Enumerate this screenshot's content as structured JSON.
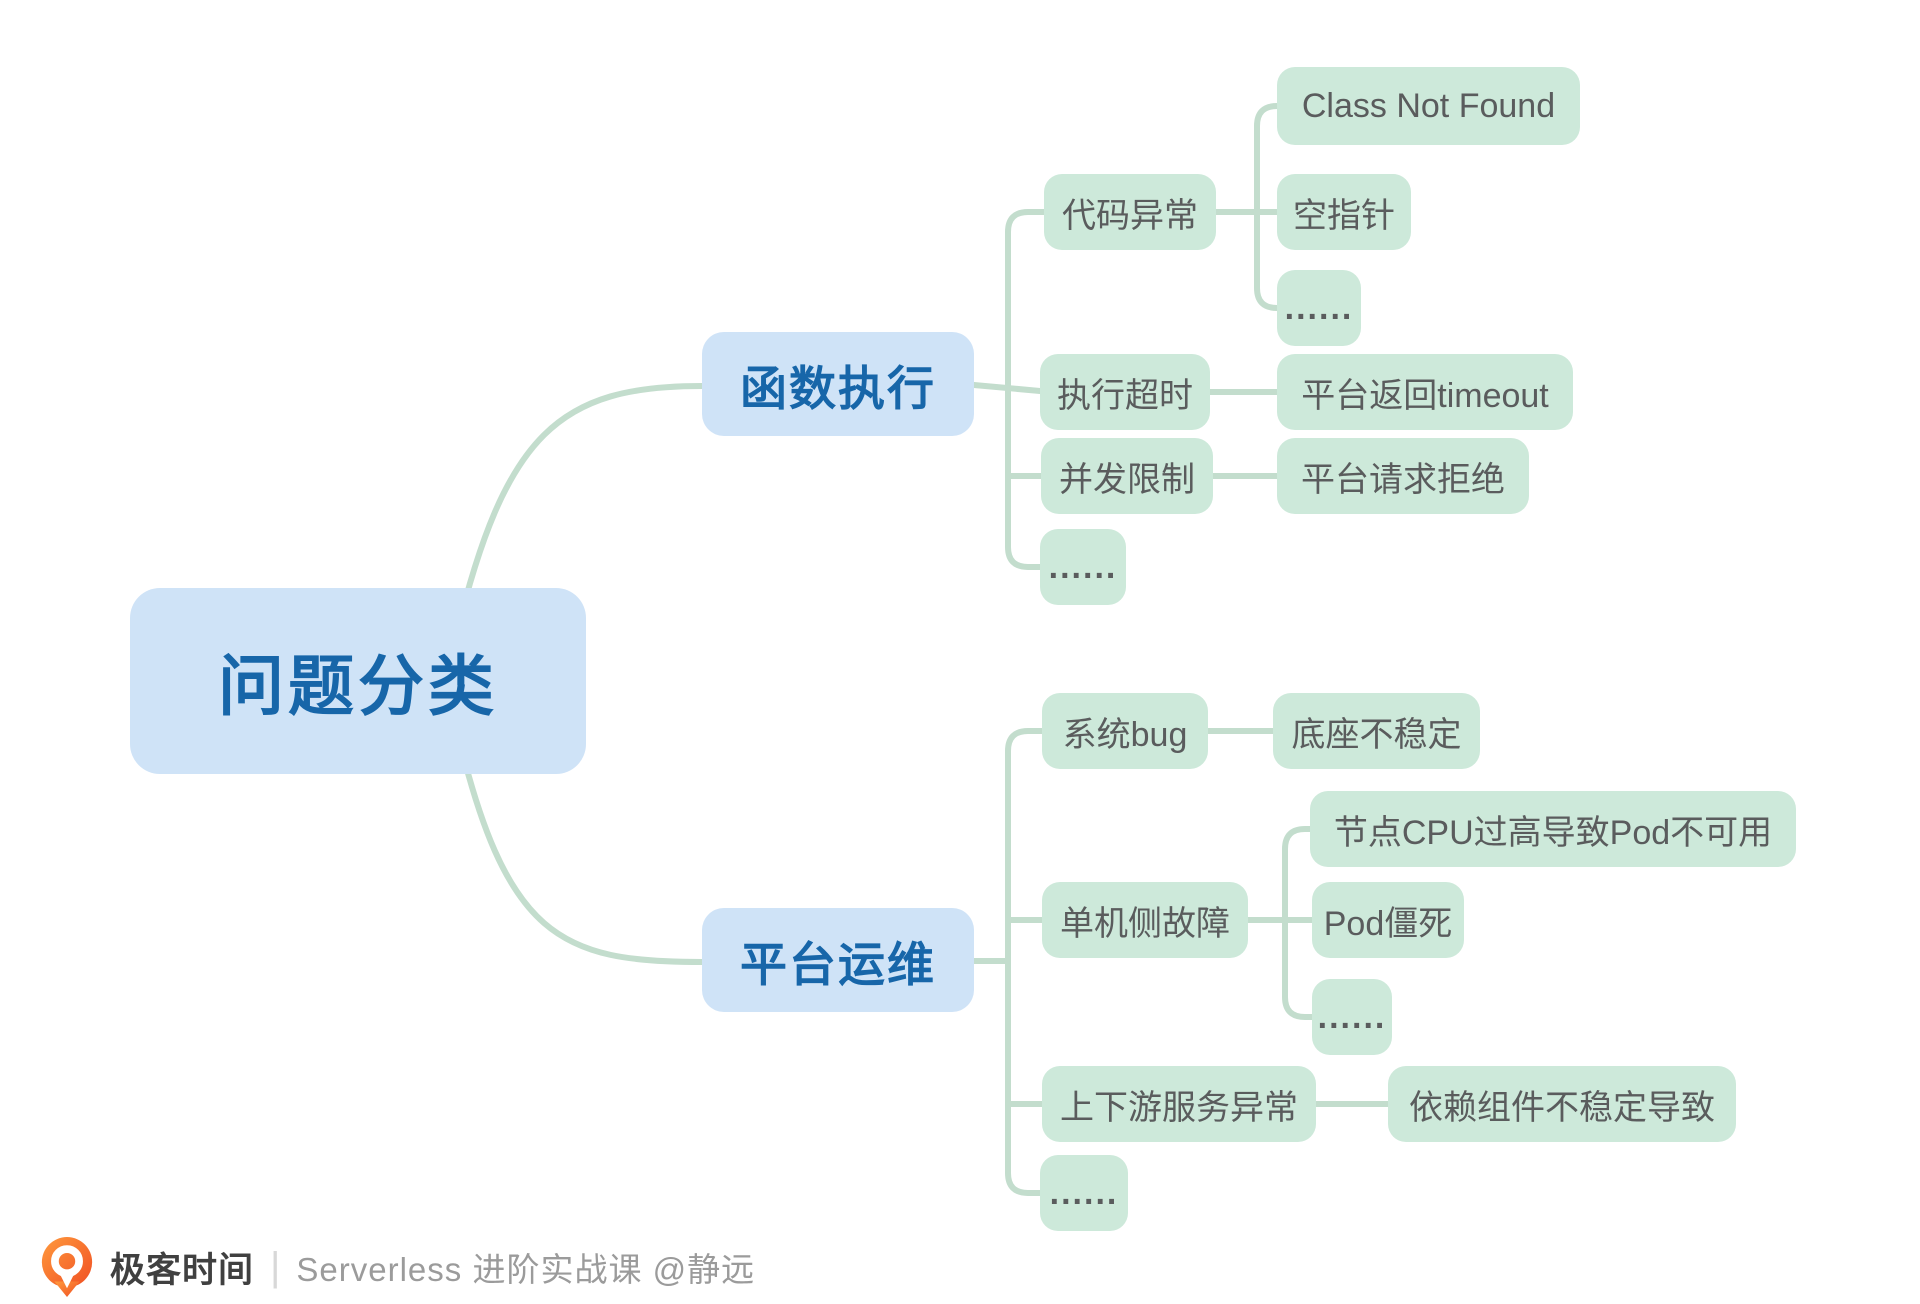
{
  "mindmap": {
    "root": "问题分类",
    "branches": [
      {
        "label": "函数执行",
        "children": [
          {
            "label": "代码异常",
            "children": [
              {
                "label": "Class Not Found"
              },
              {
                "label": "空指针"
              },
              {
                "label": "......"
              }
            ]
          },
          {
            "label": "执行超时",
            "children": [
              {
                "label": "平台返回timeout"
              }
            ]
          },
          {
            "label": "并发限制",
            "children": [
              {
                "label": "平台请求拒绝"
              }
            ]
          },
          {
            "label": "......"
          }
        ]
      },
      {
        "label": "平台运维",
        "children": [
          {
            "label": "系统bug",
            "children": [
              {
                "label": "底座不稳定"
              }
            ]
          },
          {
            "label": "单机侧故障",
            "children": [
              {
                "label": "节点CPU过高导致Pod不可用"
              },
              {
                "label": "Pod僵死"
              },
              {
                "label": "......"
              }
            ]
          },
          {
            "label": "上下游服务异常",
            "children": [
              {
                "label": "依赖组件不稳定导致"
              }
            ]
          },
          {
            "label": "......"
          }
        ]
      }
    ]
  },
  "footer": {
    "brand": "极客时间",
    "separator": "|",
    "course": "Serverless 进阶实战课 @静远"
  },
  "colors": {
    "node_blue_bg": "#cfe3f7",
    "node_blue_text": "#1766a9",
    "node_green_bg": "#cde9da",
    "node_green_text": "#5a5c5d",
    "connector": "#c3ddcd",
    "logo_orange": "#f4651f",
    "brand_text": "#404040",
    "footer_text": "#9b9b9b"
  }
}
